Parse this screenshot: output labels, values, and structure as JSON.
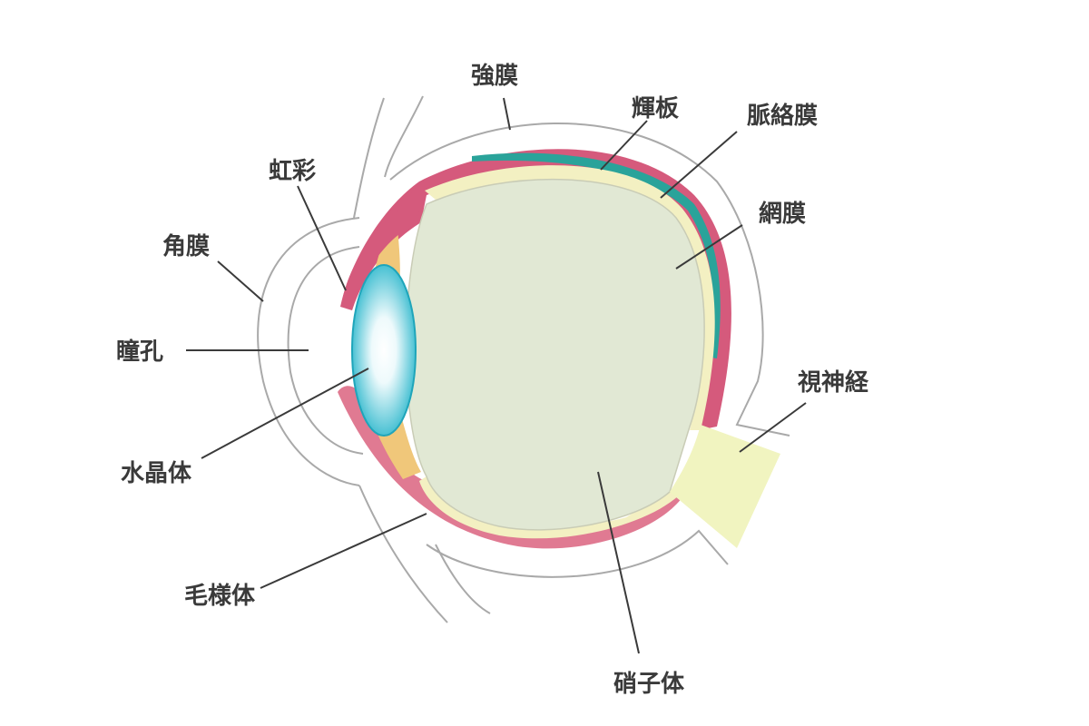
{
  "labels": {
    "sclera": "強膜",
    "tapetum": "輝板",
    "choroid": "脈絡膜",
    "iris": "虹彩",
    "retina": "網膜",
    "cornea": "角膜",
    "pupil": "瞳孔",
    "optic_nerve": "視神経",
    "lens": "水晶体",
    "ciliary_body": "毛様体",
    "vitreous_body": "硝子体"
  },
  "colors": {
    "sclera_band": "#d55a7c",
    "ciliary_band": "#e07a92",
    "tapetum_band": "#2aa39a",
    "retina_band": "#f3f0c2",
    "vitreous": "#e1e8d4",
    "optic_nerve": "#f1f4c0",
    "lens_outer": "#2cb7cc",
    "lens_inner": "#ffffff",
    "aqueous": "#f0c77a",
    "outline": "#a9a9a9",
    "text": "#3a3a3a"
  }
}
